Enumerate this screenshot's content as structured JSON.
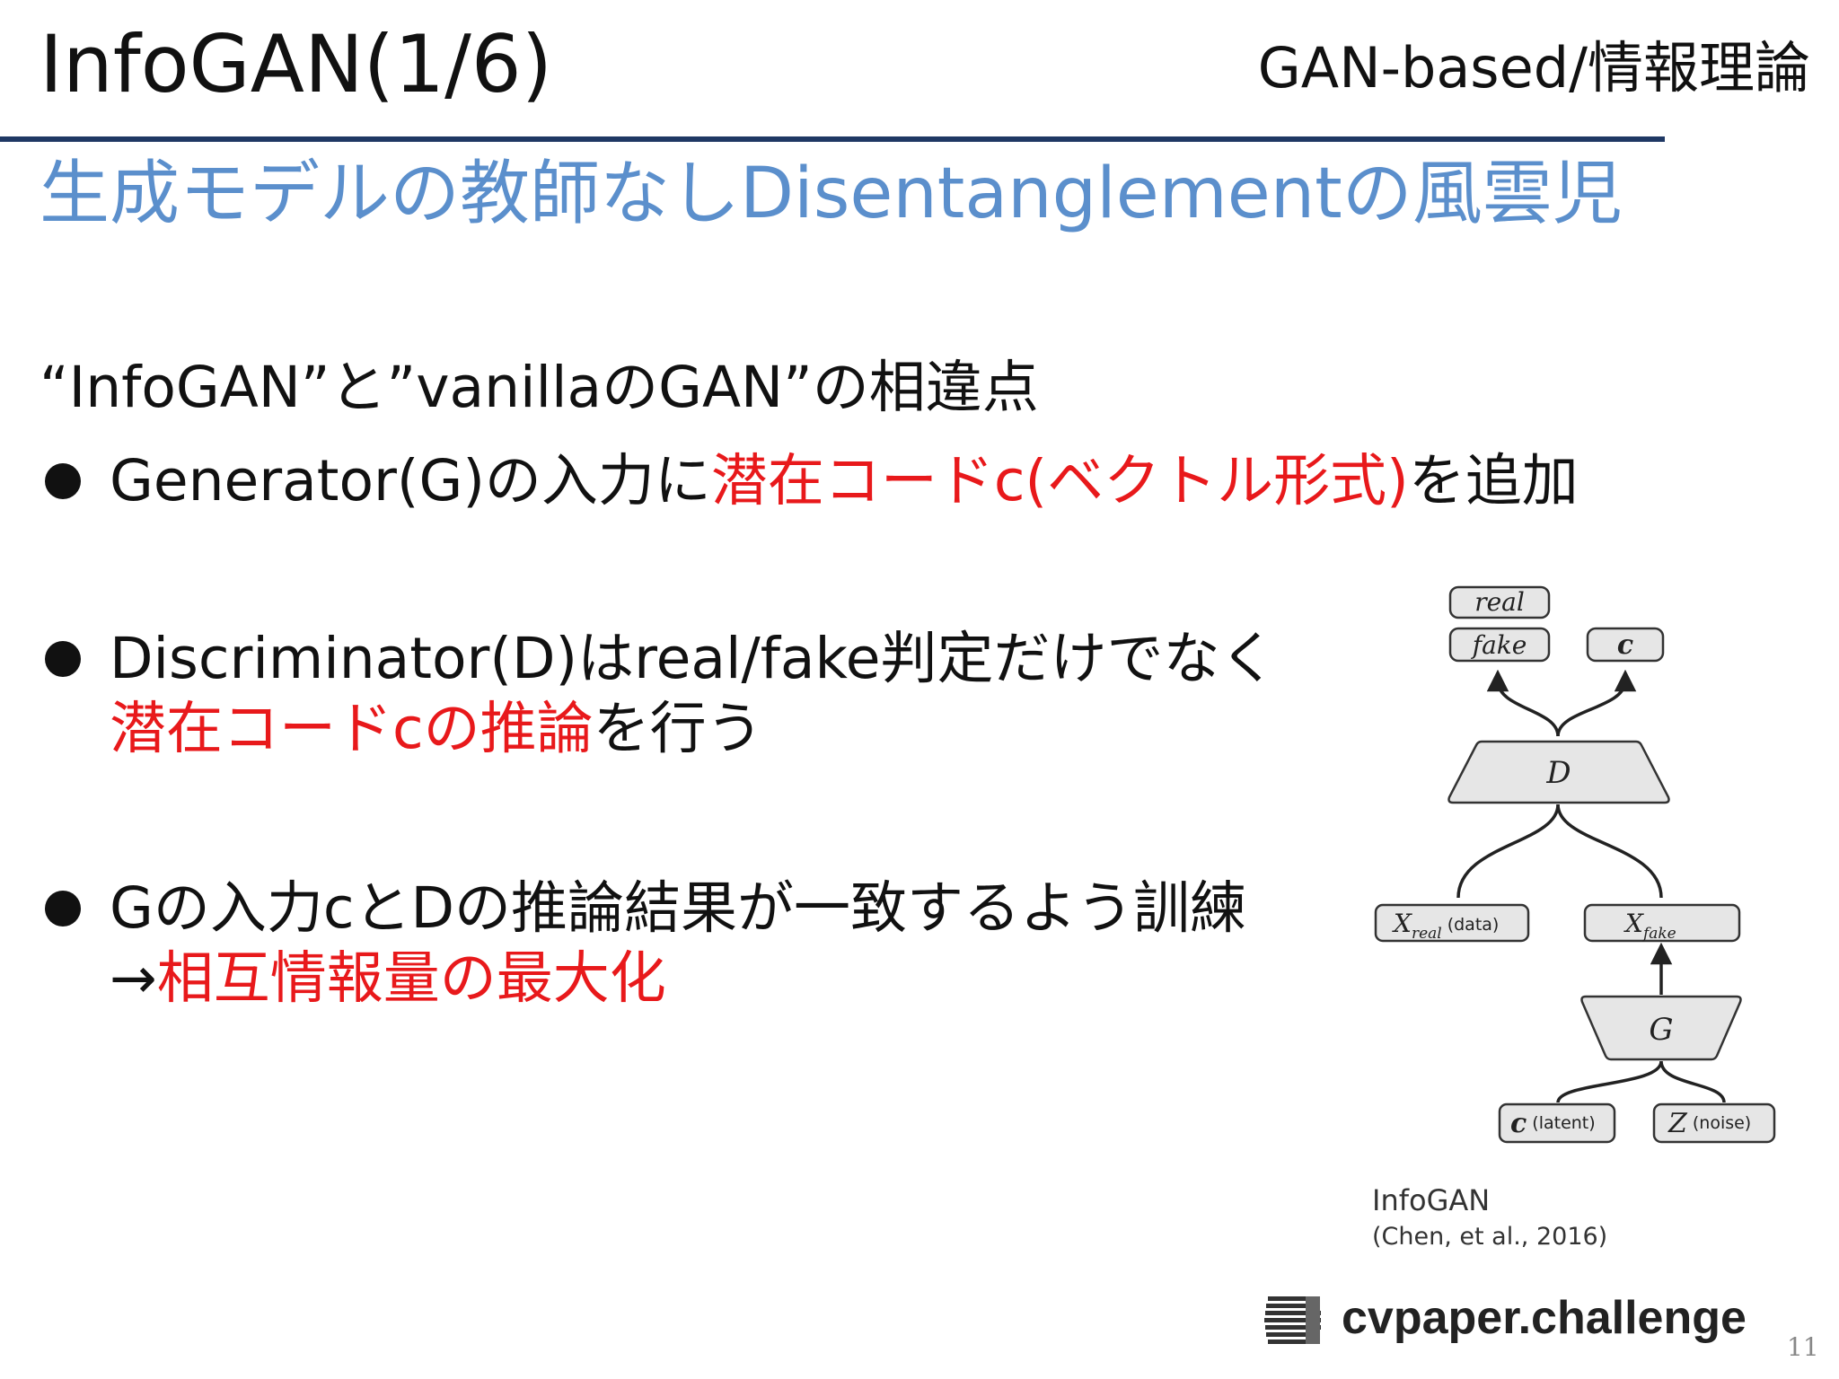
{
  "slide": {
    "title": "InfoGAN(1/6)",
    "category": "GAN-based/情報理論",
    "subtitle": "生成モデルの教師なしDisentanglementの風雲児",
    "page_number": "11"
  },
  "body": {
    "intro": "“InfoGAN”と”vanillaのGAN”の相違点",
    "bullet1": {
      "pre": "Generator(G)の入力に",
      "highlight": "潜在コードc(ベクトル形式)",
      "post": "を追加"
    },
    "bullet2": {
      "line1": "Discriminator(D)はreal/fake判定だけでなく",
      "highlight": "潜在コードcの推論",
      "post": "を行う"
    },
    "bullet3": {
      "line1": "Gの入力cとDの推論結果が一致するよう訓練",
      "arrow": "→",
      "highlight": "相互情報量の最大化"
    }
  },
  "diagram": {
    "real_label": "real",
    "fake_label": "fake",
    "c_out_label": "c",
    "d_label": "D",
    "g_label": "G",
    "x_var": "X",
    "x_real_sub": "real",
    "x_real_note": "(data)",
    "x_fake_sub": "fake",
    "c_in_label": "c",
    "c_in_note": "(latent)",
    "z_label": "Z",
    "z_note": "(noise)",
    "caption_title": "InfoGAN",
    "caption_cite": "(Chen, et al., 2016)"
  },
  "footer": {
    "logo_text": "cvpaper.challenge",
    "icon": "stacked-layers-icon"
  },
  "colors": {
    "accent_blue": "#5b8fcc",
    "highlight_red": "#e8191b",
    "rule_navy": "#1f3864"
  }
}
